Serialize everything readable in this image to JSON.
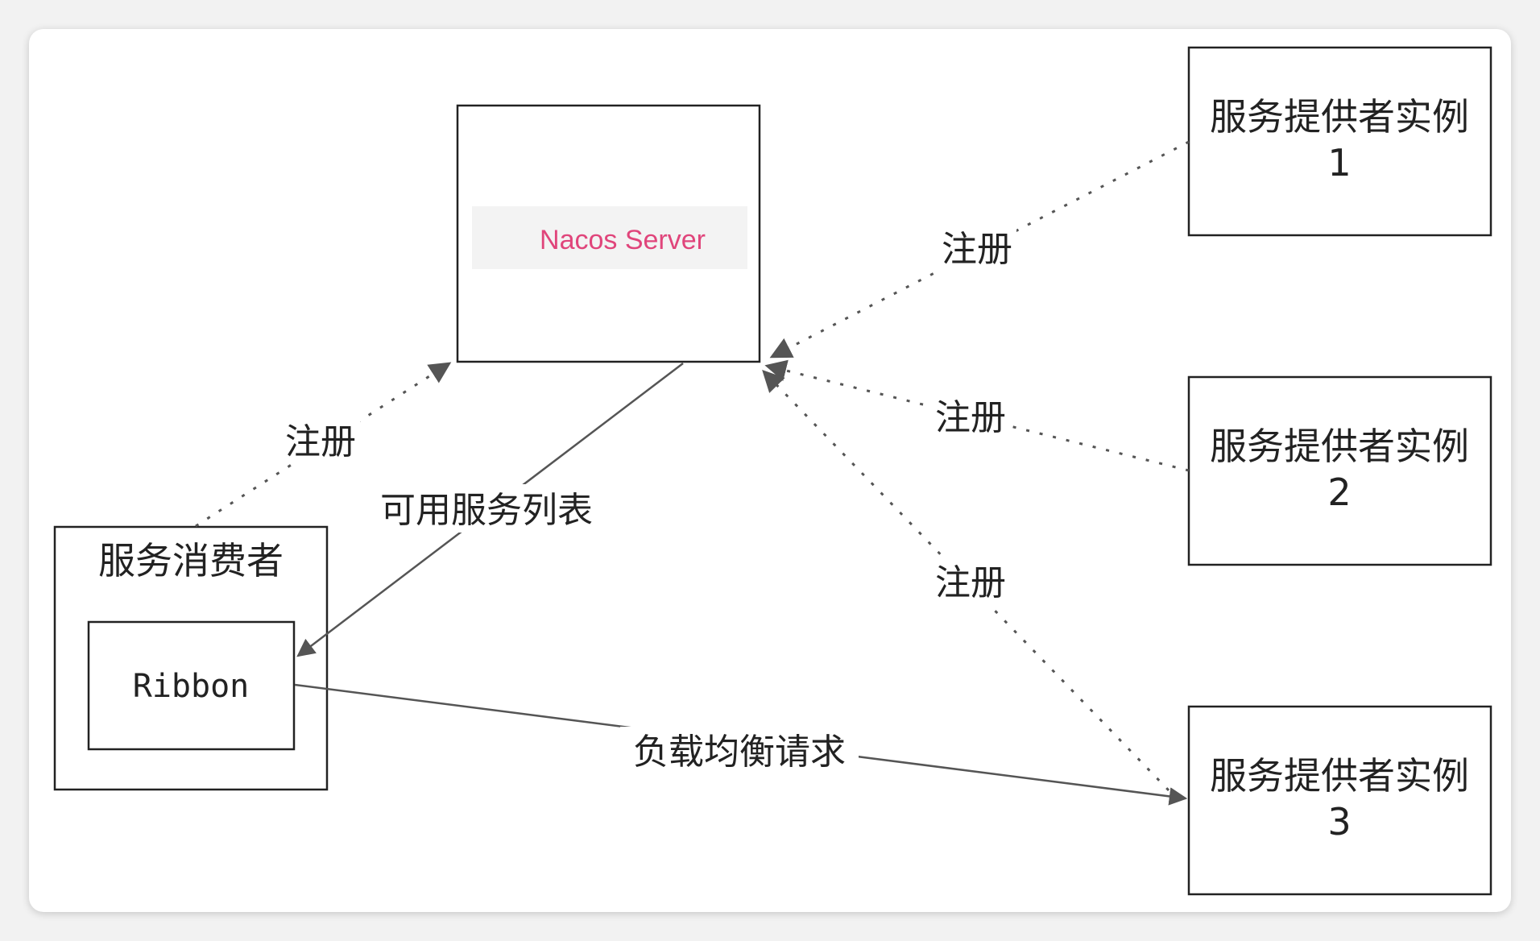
{
  "nodes": {
    "nacos_server": {
      "label": "Nacos Server"
    },
    "consumer": {
      "label": "服务消费者"
    },
    "ribbon": {
      "label": "Ribbon"
    },
    "provider_1": {
      "label": "服务提供者实例",
      "index": "1"
    },
    "provider_2": {
      "label": "服务提供者实例",
      "index": "2"
    },
    "provider_3": {
      "label": "服务提供者实例",
      "index": "3"
    }
  },
  "edges": {
    "consumer_register": "注册",
    "service_list": "可用服务列表",
    "provider_1_register": "注册",
    "provider_2_register": "注册",
    "provider_3_register": "注册",
    "load_balance": "负载均衡请求"
  },
  "colors": {
    "line": "#555555",
    "box_border": "#222222",
    "nacos_text": "#e0457b",
    "nacos_highlight": "#f3f3f3"
  }
}
